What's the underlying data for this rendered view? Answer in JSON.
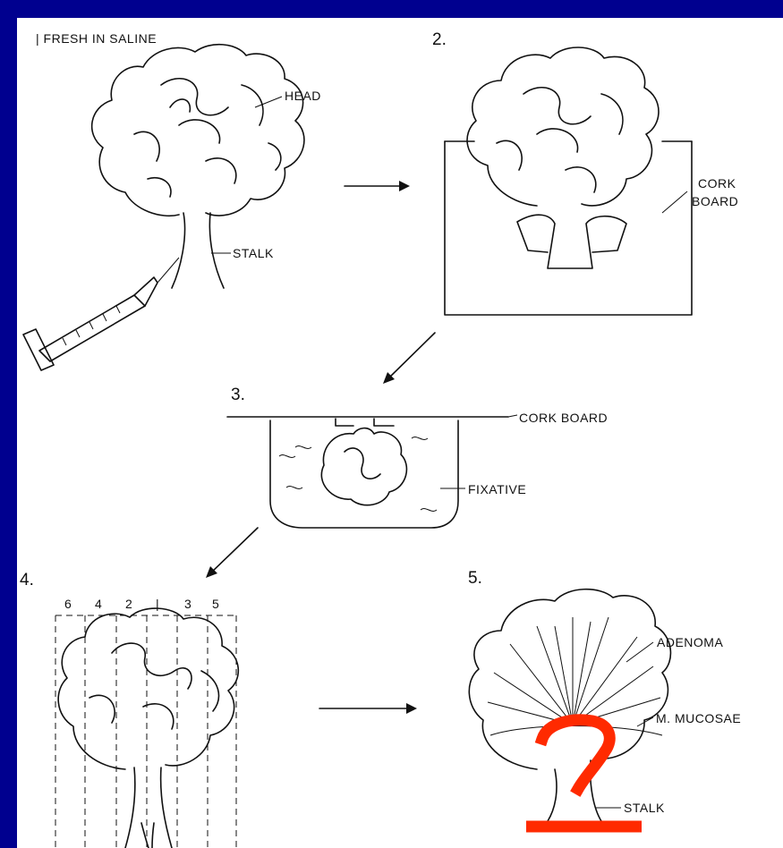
{
  "steps": {
    "s1": "| FRESH IN SALINE",
    "s2": "2.",
    "s3": "3.",
    "s4": "4.",
    "s5": "5."
  },
  "labels": {
    "head": "HEAD",
    "stalk": "STALK",
    "cork_board_2_line1": "CORK",
    "cork_board_2_line2": "BOARD",
    "cork_board_3": "CORK BOARD",
    "fixative": "FIXATIVE",
    "adenoma": "ADENOMA",
    "m_mucosae": "M. MUCOSAE",
    "stalk_5": "STALK"
  },
  "section_numbers": [
    "6",
    "4",
    "2",
    "|",
    "3",
    "5"
  ],
  "colors": {
    "frame": "#00008f",
    "annotation": "#ff2a00"
  }
}
